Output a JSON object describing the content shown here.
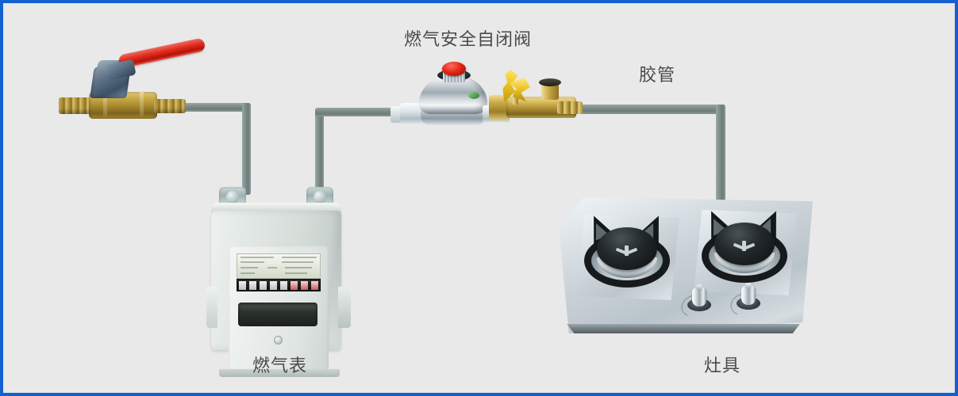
{
  "diagram": {
    "title_alt": "燃气安全自闭阀",
    "background_color": "#e9e9e9",
    "border_color": "#1560d0",
    "pipe_color": "#7e8d8a"
  },
  "labels": {
    "safety_valve": "燃气安全自闭阀",
    "hose": "胶管",
    "gas_meter": "燃气表",
    "stove": "灶具"
  },
  "components": {
    "ball_valve": {
      "name": "球阀",
      "handle_color": "#e22f21",
      "body_color": "#c9aa45"
    },
    "regulator": {
      "name": "自闭阀",
      "cap_color": "#e02414",
      "body_color": "#b9c3c9"
    },
    "brass_valve": {
      "name": "角阀",
      "handle_color": "#f0c61f",
      "body_color": "#d8ba58"
    },
    "gas_meter": {
      "name": "燃气表",
      "body_color": "#e3e9e6",
      "window_color": "#1d211e"
    },
    "stove": {
      "name": "灶具",
      "top_color": "#c8d1d7",
      "burner_color": "#161a1c",
      "burners": 2,
      "knobs": 2
    }
  },
  "pipes": [
    {
      "id": "valve-to-meter",
      "from": "ball_valve",
      "to": "gas_meter"
    },
    {
      "id": "meter-to-regulator",
      "from": "gas_meter",
      "to": "regulator"
    },
    {
      "id": "regulator-to-stove",
      "from": "brass_valve",
      "to": "stove"
    }
  ]
}
